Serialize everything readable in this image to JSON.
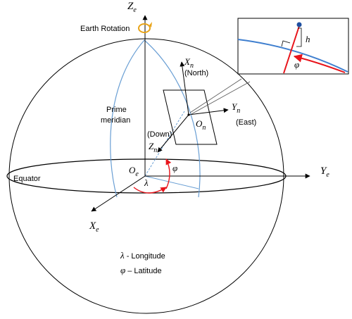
{
  "axes": {
    "ze": {
      "main": "Z",
      "sub": "e"
    },
    "ye": {
      "main": "Y",
      "sub": "e"
    },
    "xe": {
      "main": "X",
      "sub": "e"
    },
    "oe": {
      "main": "O",
      "sub": "e"
    },
    "xn": {
      "main": "X",
      "sub": "n"
    },
    "yn": {
      "main": "Y",
      "sub": "n"
    },
    "zn": {
      "main": "Z",
      "sub": "n"
    },
    "on": {
      "main": "O",
      "sub": "n"
    }
  },
  "labels": {
    "earth_rotation": "Earth Rotation",
    "north": "(North)",
    "east": "(East)",
    "down": "(Down)",
    "prime_meridian_line1": "Prime",
    "prime_meridian_line2": "meridian",
    "equator": "Equator",
    "phi": "φ",
    "lambda": "λ",
    "h": "h"
  },
  "legend": {
    "lambda_symbol": "λ",
    "lambda_text": " - Longitude",
    "phi_symbol": "φ",
    "phi_text": " – Latitude"
  },
  "colors": {
    "meridian": "#6a9fd4",
    "angle": "#e8141b",
    "rotation": "#e8a317",
    "surface": "#3f7fcf"
  }
}
